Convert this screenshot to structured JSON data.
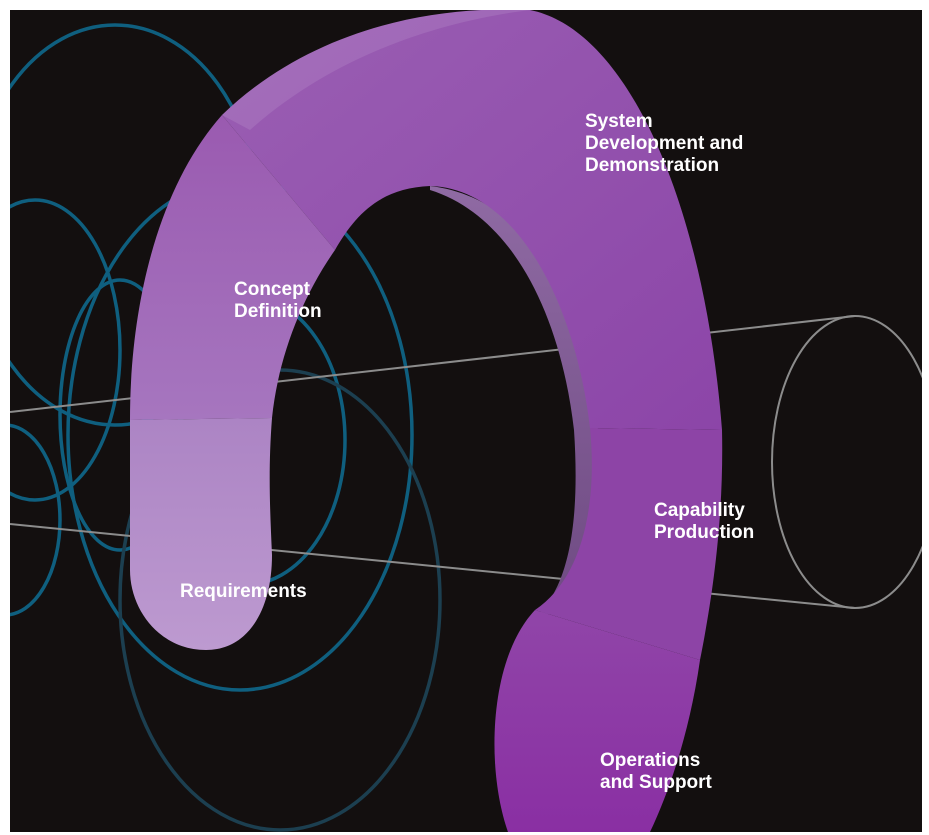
{
  "colors": {
    "background": "#130f0f",
    "ring_blue": "#0f5f7f",
    "ring_blue_dim": "#1c3f50",
    "cylinder_gray": "#8c8c8c",
    "label_text": "#ffffff"
  },
  "stages": [
    {
      "id": "requirements",
      "label": "Requirements",
      "color": "#b893c9"
    },
    {
      "id": "concept-definition",
      "label": "Concept\nDefinition",
      "color": "#a070bb"
    },
    {
      "id": "system-development",
      "label": "System\nDevelopment and\nDemonstration",
      "color": "#9553ad"
    },
    {
      "id": "capability-production",
      "label": "Capability\nProduction",
      "color": "#8d44a6"
    },
    {
      "id": "operations-support",
      "label": "Operations\nand Support",
      "color": "#8a35a2"
    }
  ]
}
